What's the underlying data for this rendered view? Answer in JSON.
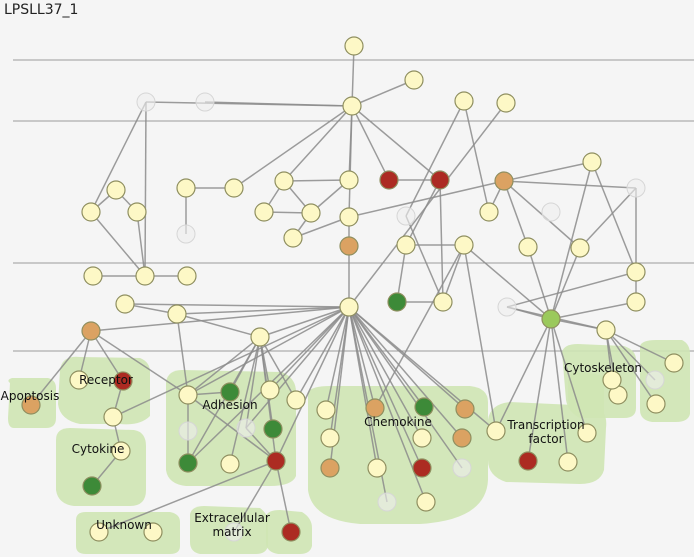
{
  "title": "LPSLL37_1",
  "colors": {
    "background": "#f5f5f5",
    "group_fill": "#cfe6b4",
    "edge": "#8c8c8c",
    "layer_line": "#9a9a9a",
    "node_stroke": "#8f8f60",
    "pale": "#fdf8c6",
    "orange": "#dba262",
    "red": "#ac2b22",
    "green": "#3d8a38",
    "lightgreen": "#9bc95c",
    "ghost": "#efefef"
  },
  "groups": [
    {
      "label": "Apoptosis"
    },
    {
      "label": "Receptor"
    },
    {
      "label": "Adhesion"
    },
    {
      "label": "Cytokine"
    },
    {
      "label": "Unknown"
    },
    {
      "label": "Extracellular\nmatrix"
    },
    {
      "label": "Chemokine"
    },
    {
      "label": "Transcription\nfactor"
    },
    {
      "label": "Cytoskeleton"
    }
  ]
}
